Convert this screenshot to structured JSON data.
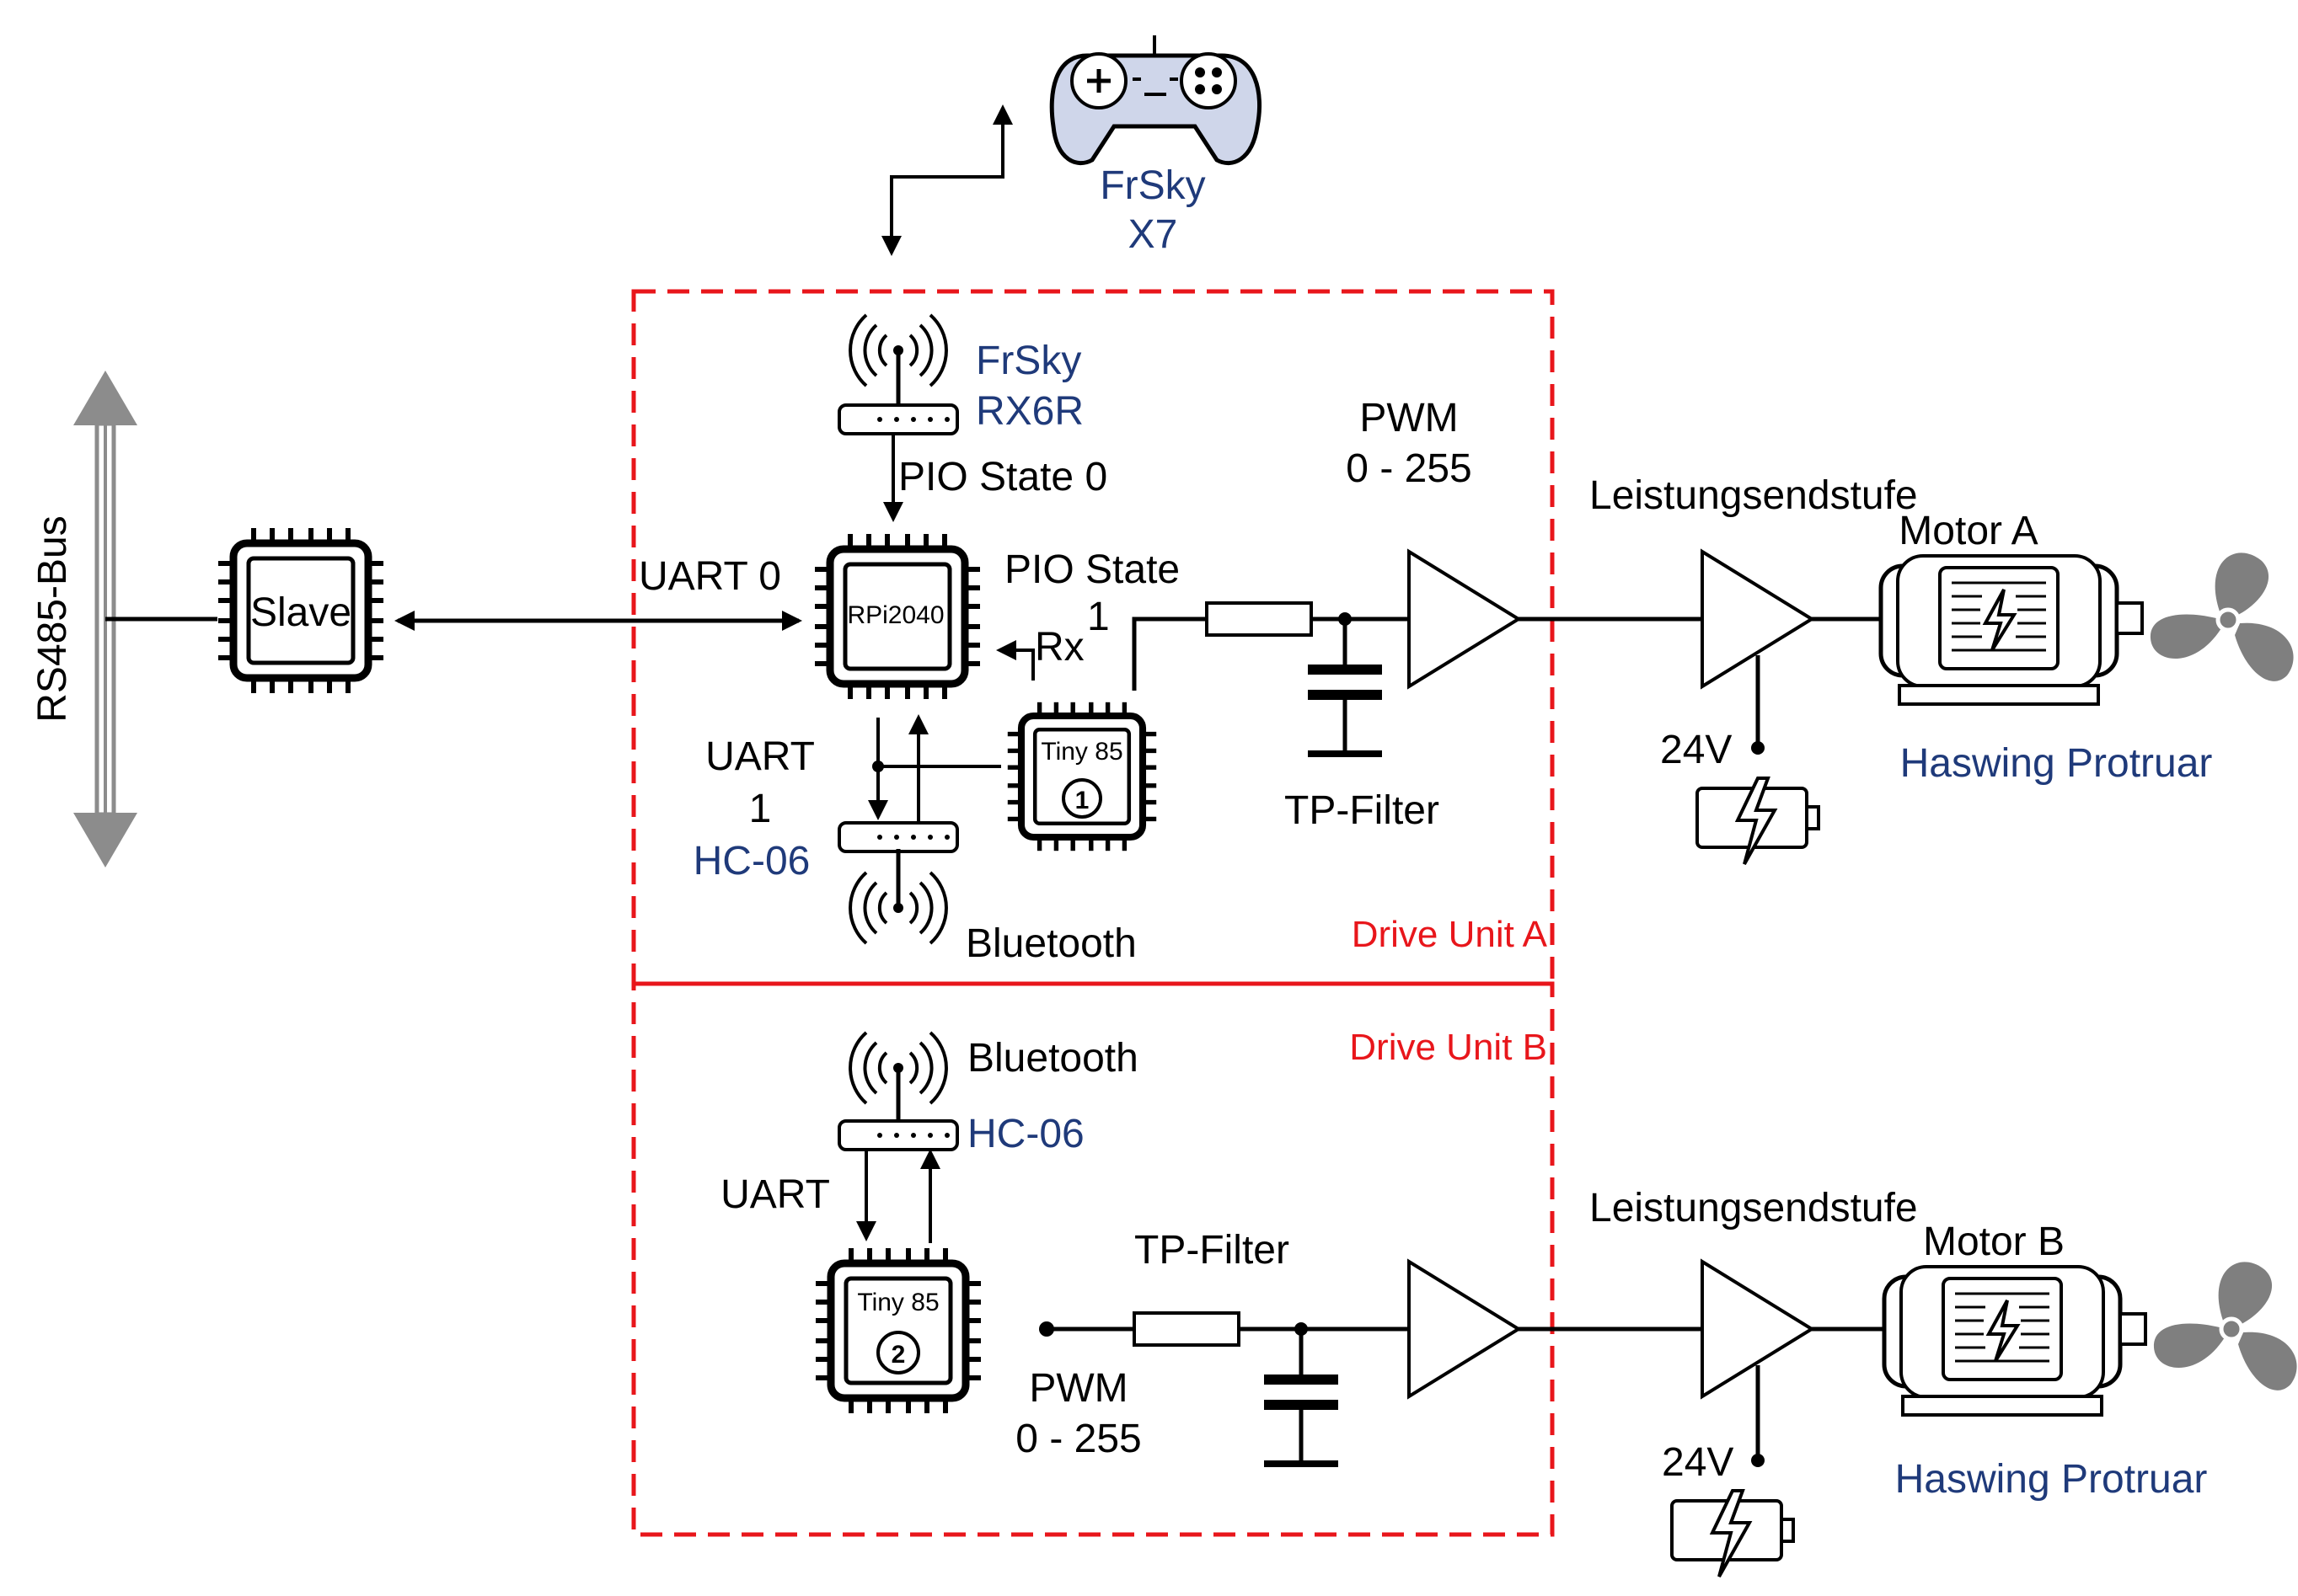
{
  "bus": {
    "label": "RS485-Bus"
  },
  "controller": {
    "name": "FrSky",
    "model": "X7"
  },
  "slave": {
    "label": "Slave"
  },
  "drive_a": {
    "title": "Drive Unit A",
    "receiver": {
      "name": "FrSky",
      "model": "RX6R"
    },
    "pio0": "PIO State 0",
    "pio1_a": "PIO State",
    "pio1_b": "1",
    "uart0": "UART 0",
    "mcu": "RPi2040",
    "rx": "Rx",
    "uart1_a": "UART",
    "uart1_b": "1",
    "bt_module": "HC-06",
    "bt_label": "Bluetooth",
    "tiny_label": "Tiny 85",
    "tiny_num": "1",
    "pwm_a": "PWM",
    "pwm_b": "0 - 255",
    "filter": "TP-Filter",
    "power_stage": "Leistungsendstufe",
    "voltage": "24V",
    "motor": "Motor A",
    "motor_brand": "Haswing Protruar"
  },
  "drive_b": {
    "title": "Drive Unit B",
    "bt_label": "Bluetooth",
    "bt_module": "HC-06",
    "uart": "UART",
    "tiny_label": "Tiny 85",
    "tiny_num": "2",
    "pwm_a": "PWM",
    "pwm_b": "0 - 255",
    "filter": "TP-Filter",
    "power_stage": "Leistungsendstufe",
    "voltage": "24V",
    "motor": "Motor B",
    "motor_brand": "Haswing Protruar"
  },
  "colors": {
    "unit_border": "#e8161b",
    "blue_text": "#1f3a7a",
    "bus_arrow": "#8c8c8c",
    "propeller": "#7f7f7f",
    "controller_fill": "#cfd6ea"
  },
  "icons": [
    "gamepad-icon",
    "antenna-icon",
    "chip-icon",
    "battery-icon",
    "motor-icon",
    "propeller-icon",
    "amplifier-icon",
    "resistor-icon",
    "capacitor-icon"
  ]
}
